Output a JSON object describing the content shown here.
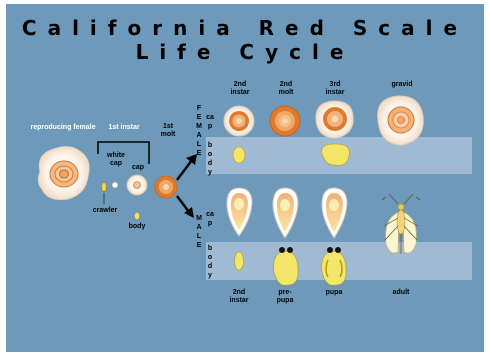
{
  "title_line1": "California Red Scale",
  "title_line2": "Life Cycle",
  "labels": {
    "reproducing_female": "reproducing female",
    "first_instar": "1st instar",
    "white_cap": "white cap",
    "cap": "cap",
    "crawler": "crawler",
    "body": "body",
    "first_molt": "1st molt",
    "female_second_instar": "2nd instar",
    "female_second_molt": "2nd molt",
    "female_third_instar": "3rd instar",
    "gravid": "gravid",
    "female_vertical": "FEMALE",
    "male_vertical": "MALE",
    "cap_vertical": "cap",
    "body_vertical": "body",
    "male_second_instar": "2nd instar",
    "prepupa": "pre-pupa",
    "pupa": "pupa",
    "adult": "adult"
  },
  "colors": {
    "background": "#6d9abb",
    "body_yellow": "#f3e46a",
    "scale_orange": "#e8893a",
    "band": "#c9d6e5"
  }
}
